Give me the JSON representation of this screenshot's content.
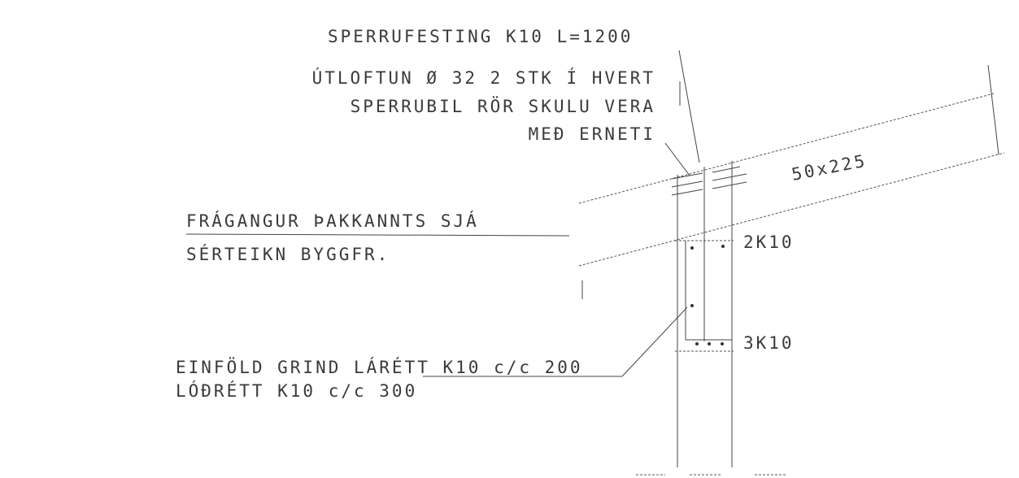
{
  "labels": {
    "rafter_fixing": "SPERRUFESTING K10 L=1200",
    "ventilation_line1": "ÚTLOFTUN Ø 32 2 STK Í HVERT",
    "ventilation_line2": "SPERRUBIL RÖR SKULU VERA",
    "ventilation_line3": "MEÐ ERNETI",
    "rafter_size": "50x225",
    "finish_line1": "FRÁGANGUR ÞAKKANNTS SJÁ",
    "finish_line2": "SÉRTEIKN BYGGFR.",
    "nails_top": "2K10",
    "nails_bottom": "3K10",
    "frame_line1": "EINFÖLD GRIND LÁRÉTT K10 c/c 200",
    "frame_line2": "LÓÐRÉTT K10 c/c 300"
  }
}
